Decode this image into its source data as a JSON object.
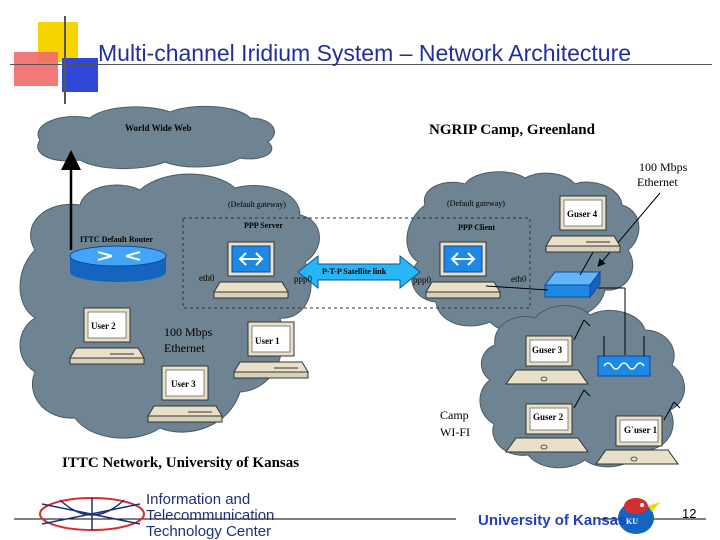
{
  "title": "Multi-channel Iridium System – Network Architecture",
  "labels": {
    "www": "World Wide Web",
    "ngrip_title": "NGRIP Camp, Greenland",
    "mbps_right": "100 Mbps",
    "ethernet_right": "Ethernet",
    "default_gw_left": "(Default gateway)",
    "default_gw_right": "(Default gateway)",
    "ppp_server": "PPP Server",
    "ppp_client": "PPP Client",
    "itc_router": "ITTC Default Router",
    "eth0_left": "eth0",
    "ppp0_left": "ppp0",
    "satellite_link": "P-T-P Satellite link",
    "ppp0_right": "ppp0",
    "eth0_right": "eth0",
    "guser4": "Guser 4",
    "user2": "User 2",
    "mbps_left": "100 Mbps",
    "ethernet_left": "Ethernet",
    "user1": "User 1",
    "user3": "User 3",
    "guser3": "Guser 3",
    "camp": "Camp",
    "wifi": "WI-FI",
    "guser2": "Guser 2",
    "guser1": "G`user 1",
    "ittc_network": "ITTC Network, University of Kansas"
  },
  "footer": {
    "logo_line1": "Information and",
    "logo_line2": "Telecommunication",
    "logo_line3": "Technology Center",
    "university": "University of Kansas",
    "page_number": "12"
  },
  "colors": {
    "title": "#1f2f9c",
    "cloud": "#6f8492",
    "deco_yellow": "#f5d400",
    "deco_red": "#f04a4a",
    "deco_blue": "#3048d8",
    "satellite_link": "#29b6f6",
    "router": "#1e88e5"
  }
}
